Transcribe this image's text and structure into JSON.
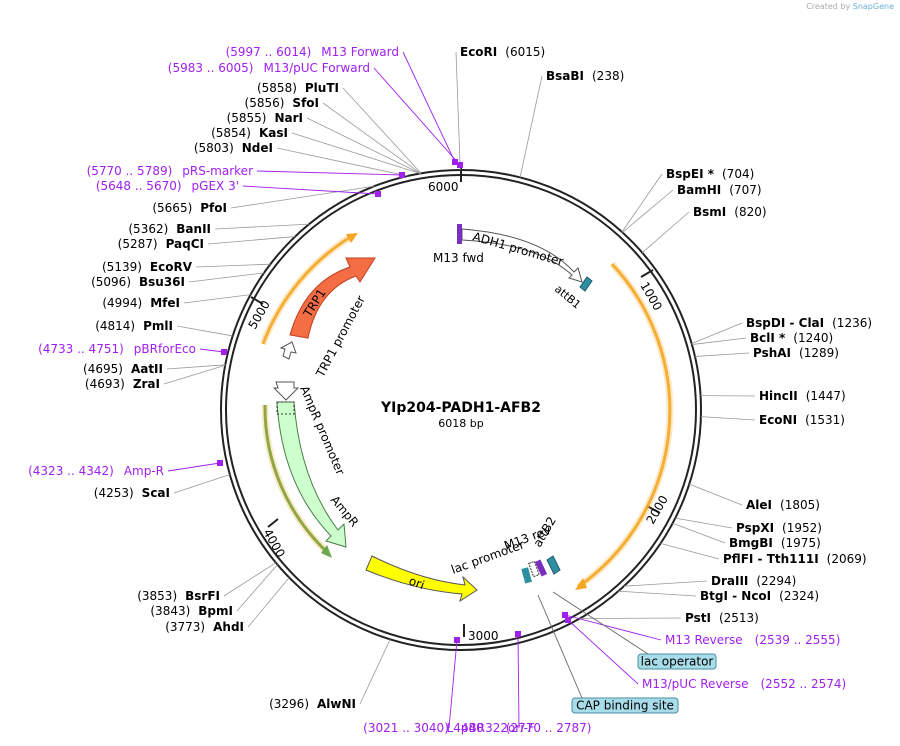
{
  "credit": {
    "created_by": "Created by",
    "brand": "SnapGene"
  },
  "plasmid": {
    "name": "YIp204-PADH1-AFB2",
    "length_label": "6018 bp",
    "length_bp": 6018
  },
  "ticks": [
    "1000",
    "2000",
    "3000",
    "4000",
    "5000",
    "6000"
  ],
  "enzymes": [
    {
      "name": "EcoRI",
      "pos": "(6015)"
    },
    {
      "name": "BsaBI",
      "pos": "(238)"
    },
    {
      "name": "BspEI *",
      "pos": "(704)"
    },
    {
      "name": "BamHI",
      "pos": "(707)"
    },
    {
      "name": "BsmI",
      "pos": "(820)"
    },
    {
      "name": "BspDI - ClaI",
      "pos": "(1236)"
    },
    {
      "name": "BclI *",
      "pos": "(1240)"
    },
    {
      "name": "PshAI",
      "pos": "(1289)"
    },
    {
      "name": "HincII",
      "pos": "(1447)"
    },
    {
      "name": "EcoNI",
      "pos": "(1531)"
    },
    {
      "name": "AleI",
      "pos": "(1805)"
    },
    {
      "name": "PspXI",
      "pos": "(1952)"
    },
    {
      "name": "BmgBI",
      "pos": "(1975)"
    },
    {
      "name": "PflFI - Tth111I",
      "pos": "(2069)"
    },
    {
      "name": "DraIII",
      "pos": "(2294)"
    },
    {
      "name": "BtgI - NcoI",
      "pos": "(2324)"
    },
    {
      "name": "PstI",
      "pos": "(2513)"
    },
    {
      "name": "AlwNI",
      "pos": "(3296)"
    },
    {
      "name": "AhdI",
      "pos": "(3773)"
    },
    {
      "name": "BpmI",
      "pos": "(3843)"
    },
    {
      "name": "BsrFI",
      "pos": "(3853)"
    },
    {
      "name": "ScaI",
      "pos": "(4253)"
    },
    {
      "name": "ZraI",
      "pos": "(4693)"
    },
    {
      "name": "AatII",
      "pos": "(4695)"
    },
    {
      "name": "PmlI",
      "pos": "(4814)"
    },
    {
      "name": "MfeI",
      "pos": "(4994)"
    },
    {
      "name": "Bsu36I",
      "pos": "(5096)"
    },
    {
      "name": "EcoRV",
      "pos": "(5139)"
    },
    {
      "name": "PaqCI",
      "pos": "(5287)"
    },
    {
      "name": "BanII",
      "pos": "(5362)"
    },
    {
      "name": "PfoI",
      "pos": "(5665)"
    },
    {
      "name": "NdeI",
      "pos": "(5803)"
    },
    {
      "name": "KasI",
      "pos": "(5854)"
    },
    {
      "name": "NarI",
      "pos": "(5855)"
    },
    {
      "name": "SfoI",
      "pos": "(5856)"
    },
    {
      "name": "PluTI",
      "pos": "(5858)"
    }
  ],
  "primers": [
    {
      "name": "M13 Forward",
      "range": "(5997 .. 6014)"
    },
    {
      "name": "M13/pUC Forward",
      "range": "(5983 .. 6005)"
    },
    {
      "name": "pRS-marker",
      "range": "(5770 .. 5789)"
    },
    {
      "name": "pGEX 3'",
      "range": "(5648 .. 5670)"
    },
    {
      "name": "pBRforEco",
      "range": "(4733 .. 4751)"
    },
    {
      "name": "Amp-R",
      "range": "(4323 .. 4342)"
    },
    {
      "name": "M13 Reverse",
      "range": "(2539 .. 2555)"
    },
    {
      "name": "M13/pUC Reverse",
      "range": "(2552 .. 2574)"
    },
    {
      "name": "pBR322ori-F",
      "range": "(3021 .. 3040)"
    },
    {
      "name": "L4440",
      "range": "(2770 .. 2787)"
    }
  ],
  "boxed_features": [
    "lac operator",
    "CAP binding site"
  ],
  "features": {
    "adh1": "ADH1 promoter",
    "m13fwd": "M13 fwd",
    "attb1": "attB1",
    "trp1": "TRP1",
    "trp1_promoter": "TRP1 promoter",
    "ampr_promoter": "AmpR promoter",
    "ampr": "AmpR",
    "ori": "ori",
    "lac_promoter": "lac promoter",
    "m13rev": "M13 rev",
    "attb2": "attB2"
  },
  "colors": {
    "primer": "#a020f0",
    "enzyme": "#000000",
    "trp1": "#f46d43",
    "ampr": "#ccffcc",
    "ori": "#ffff00",
    "orf_arc": "#f5a623",
    "boxed": "#a8dce8",
    "attb": "#2e8fa3"
  }
}
